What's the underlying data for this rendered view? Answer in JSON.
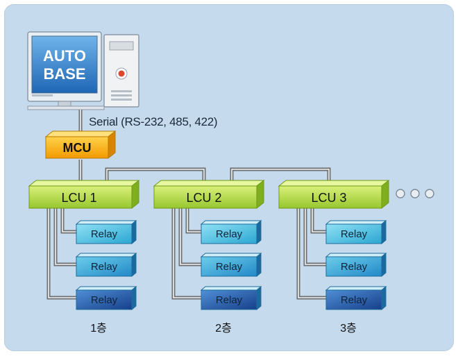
{
  "computer": {
    "line1": "AUTO",
    "line2": "BASE"
  },
  "serial_label": "Serial (RS-232, 485, 422)",
  "mcu_label": "MCU",
  "lcus": [
    {
      "label": "LCU 1",
      "relays": [
        "Relay",
        "Relay",
        "Relay"
      ],
      "floor": "1층"
    },
    {
      "label": "LCU 2",
      "relays": [
        "Relay",
        "Relay",
        "Relay"
      ],
      "floor": "2층"
    },
    {
      "label": "LCU 3",
      "relays": [
        "Relay",
        "Relay",
        "Relay"
      ],
      "floor": "3층"
    }
  ],
  "colors": {
    "background": "#c5daed",
    "mcu": "#f5a300",
    "lcu": "#a6d23a",
    "relay_light": "#38b8dc",
    "relay_dark": "#1f5fa8",
    "wire": "#6e6e6e"
  }
}
